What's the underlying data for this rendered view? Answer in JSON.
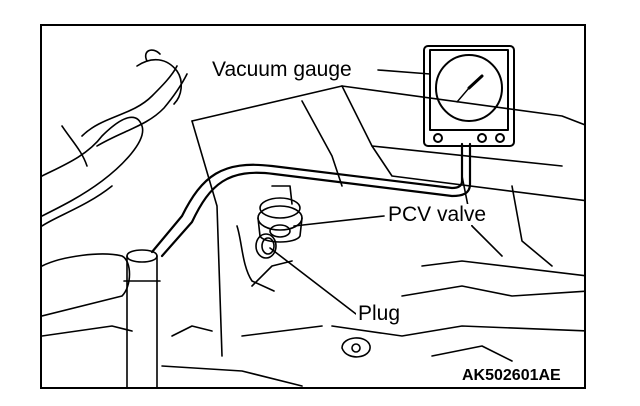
{
  "labels": {
    "vacuum_gauge": "Vacuum gauge",
    "pcv_valve": "PCV valve",
    "plug": "Plug",
    "figure_code": "AK502601AE"
  },
  "colors": {
    "ink": "#000000",
    "paper": "#ffffff"
  }
}
